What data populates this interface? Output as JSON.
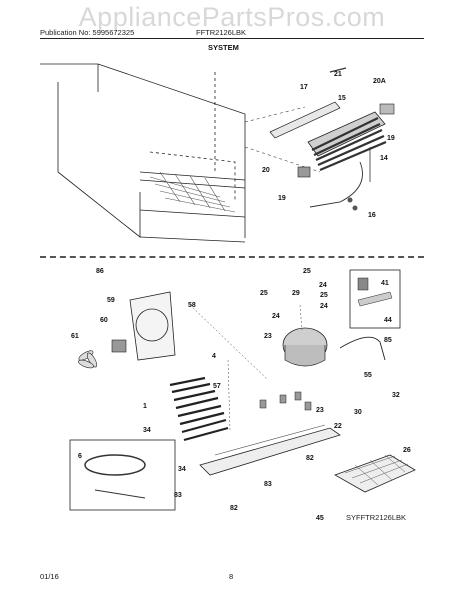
{
  "watermark": "AppliancePartsPros.com",
  "header": {
    "publication": "Publication No: 5995672325",
    "model": "FFTR2126LBK"
  },
  "section_title": "SYSTEM",
  "callouts_upper": [
    "21",
    "20A",
    "17",
    "15",
    "19",
    "14",
    "20",
    "19",
    "16"
  ],
  "callouts_lower": [
    "86",
    "59",
    "58",
    "25",
    "25",
    "24",
    "29",
    "41",
    "25",
    "24",
    "60",
    "61",
    "24",
    "44",
    "85",
    "4",
    "23",
    "57",
    "55",
    "1",
    "32",
    "23",
    "30",
    "22",
    "34",
    "6",
    "26",
    "34",
    "82",
    "83",
    "82",
    "45"
  ],
  "diagram_code": "SYFFTR2126LBK",
  "footer": {
    "date": "01/16",
    "page": "8"
  }
}
